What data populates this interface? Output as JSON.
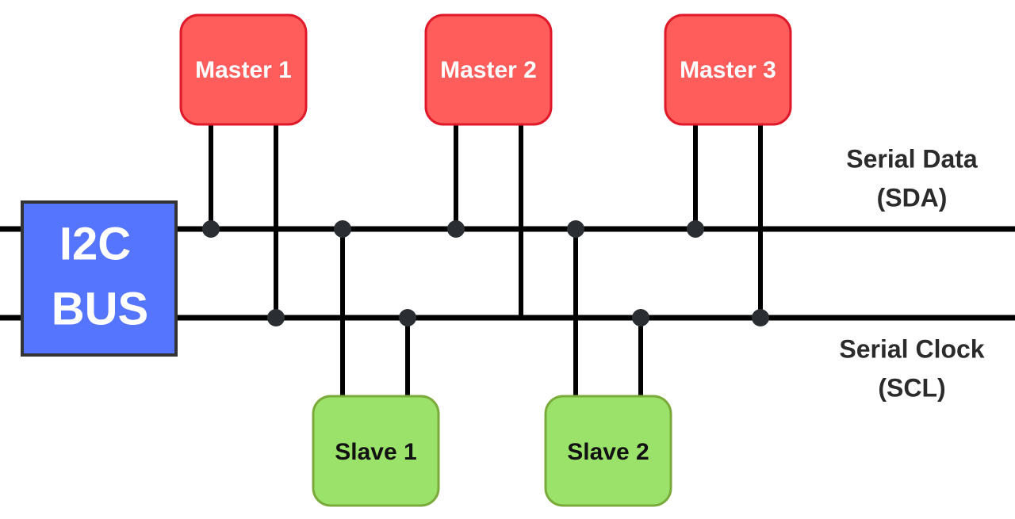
{
  "bus": {
    "line1": "I2C",
    "line2": "BUS",
    "color": "#5575ff"
  },
  "masters": [
    {
      "label": "Master 1"
    },
    {
      "label": "Master 2"
    },
    {
      "label": "Master 3"
    }
  ],
  "slaves": [
    {
      "label": "Slave 1"
    },
    {
      "label": "Slave 2"
    }
  ],
  "lines": {
    "sda": {
      "name": "Serial Data",
      "abbr": "(SDA)"
    },
    "scl": {
      "name": "Serial Clock",
      "abbr": "(SCL)"
    }
  },
  "colors": {
    "master_fill": "#ff5c5c",
    "slave_fill": "#9be26a",
    "wire": "#000000",
    "junction": "#2a2e33"
  }
}
